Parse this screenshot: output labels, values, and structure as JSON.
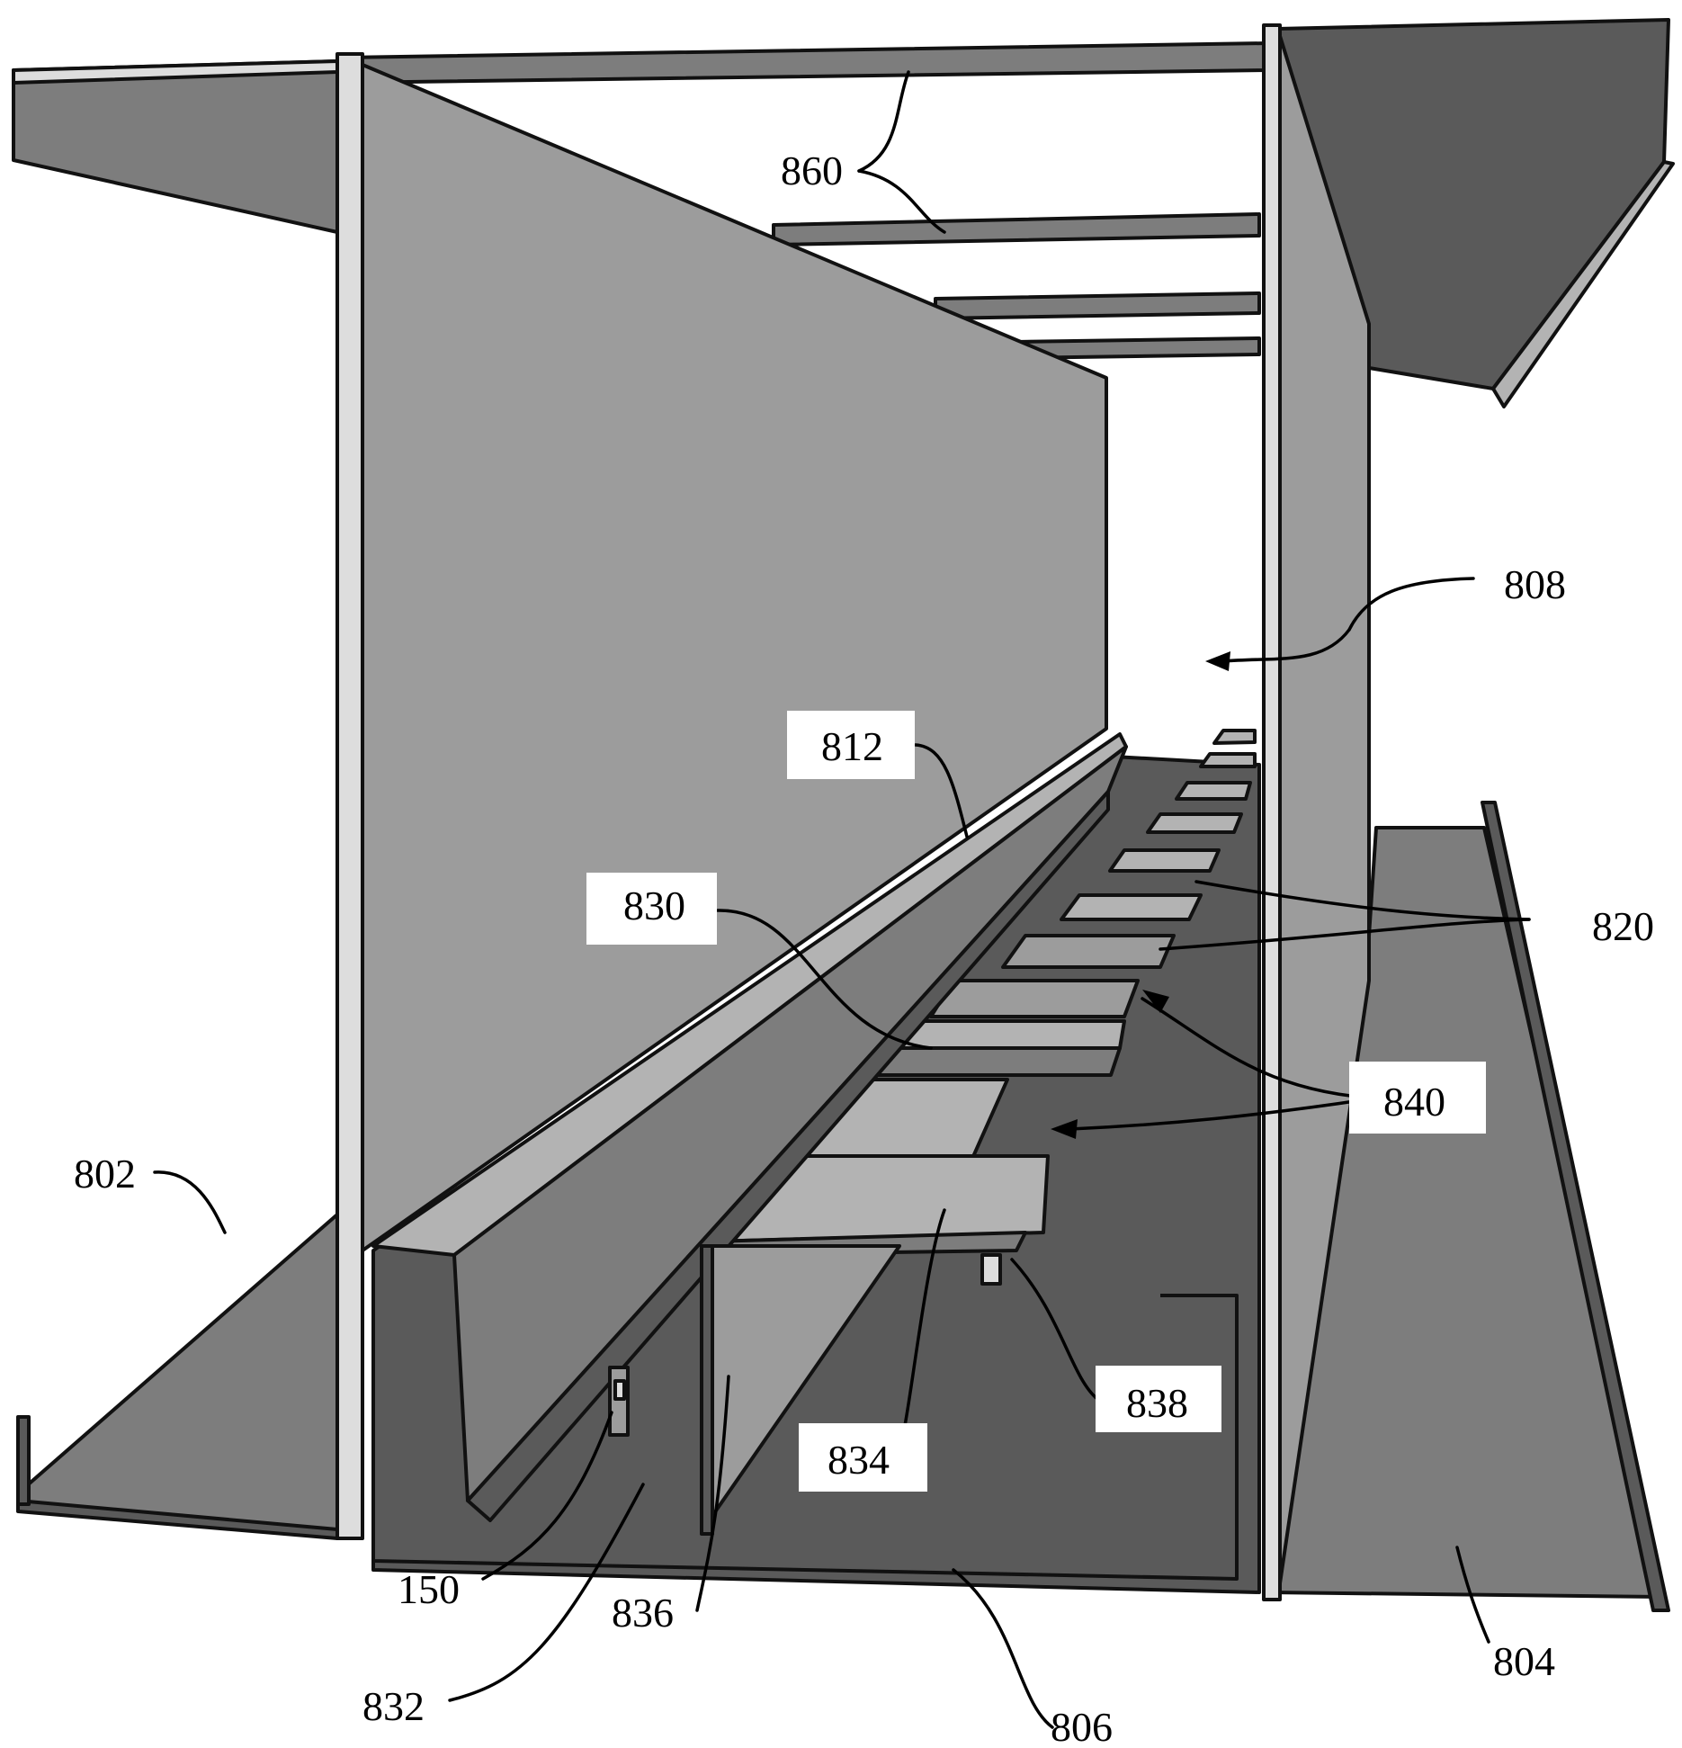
{
  "figure": {
    "colors": {
      "background": "#ffffff",
      "panel_dark": "#5a5a5a",
      "panel_mid": "#7d7d7d",
      "panel_light": "#9c9c9c",
      "panel_lighter": "#b3b3b3",
      "edge": "#111111",
      "rail": "#dddddd"
    },
    "labels": {
      "l860": "860",
      "l808": "808",
      "l812": "812",
      "l830": "830",
      "l820": "820",
      "l840": "840",
      "l802": "802",
      "l838": "838",
      "l834": "834",
      "l150": "150",
      "l836": "836",
      "l804": "804",
      "l832": "832",
      "l806": "806"
    }
  }
}
